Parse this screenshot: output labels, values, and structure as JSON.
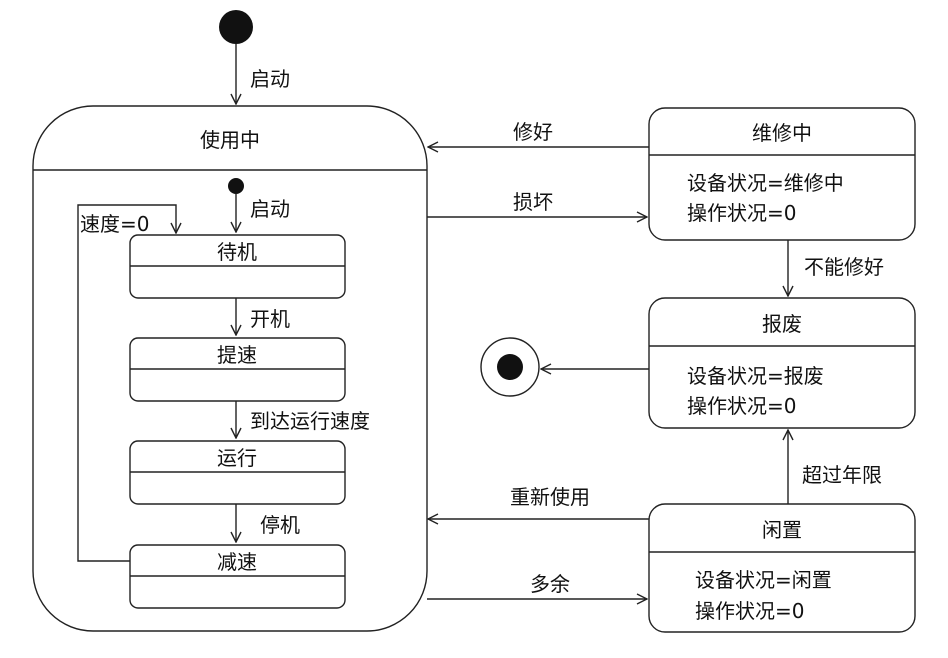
{
  "states": {
    "in_use": "使用中",
    "standby": "待机",
    "speed_up": "提速",
    "running": "运行",
    "slow_down": "减速",
    "repairing": {
      "name": "维修中",
      "attrs": [
        "设备状况=维修中",
        "操作状况=0"
      ]
    },
    "scrapped": {
      "name": "报废",
      "attrs": [
        "设备状况=报废",
        "操作状况=0"
      ]
    },
    "idle": {
      "name": "闲置",
      "attrs": [
        "设备状况=闲置",
        "操作状况=0"
      ]
    }
  },
  "transitions": {
    "start_outer": "启动",
    "start_inner": "启动",
    "speed_zero": "速度=0",
    "power_on": "开机",
    "reach_speed": "到达运行速度",
    "stop": "停机",
    "repaired": "修好",
    "broken": "损坏",
    "cannot_repair": "不能修好",
    "over_age": "超过年限",
    "reuse": "重新使用",
    "surplus": "多余"
  }
}
